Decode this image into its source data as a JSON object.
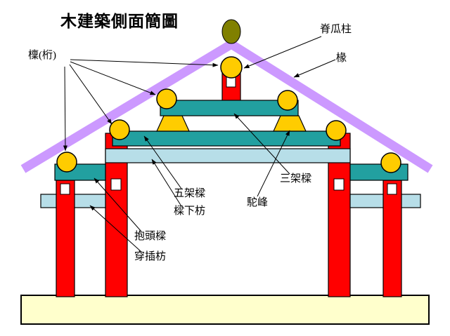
{
  "title": "木建築側面簡圖",
  "labels": {
    "purlin": "檁(桁)",
    "ridge_post": "脊瓜柱",
    "rafter": "椽",
    "three_purlin_beam": "三架樑",
    "five_purlin_beam": "五架樑",
    "beam_lower_tie": "樑下枋",
    "camel_hump": "駝峰",
    "baotou_beam": "抱頭樑",
    "chuancha_tie": "穿插枋"
  },
  "colors": {
    "rafter_purple": "#CC99FF",
    "beam_teal": "#22A0A0",
    "tie_pale_blue": "#B7DEE8",
    "column_red": "#FF0000",
    "purlin_gold": "#FFCC00",
    "ridge_finial_olive": "#808000",
    "platform_cream": "#FFFFCC",
    "line_black": "#000000"
  }
}
